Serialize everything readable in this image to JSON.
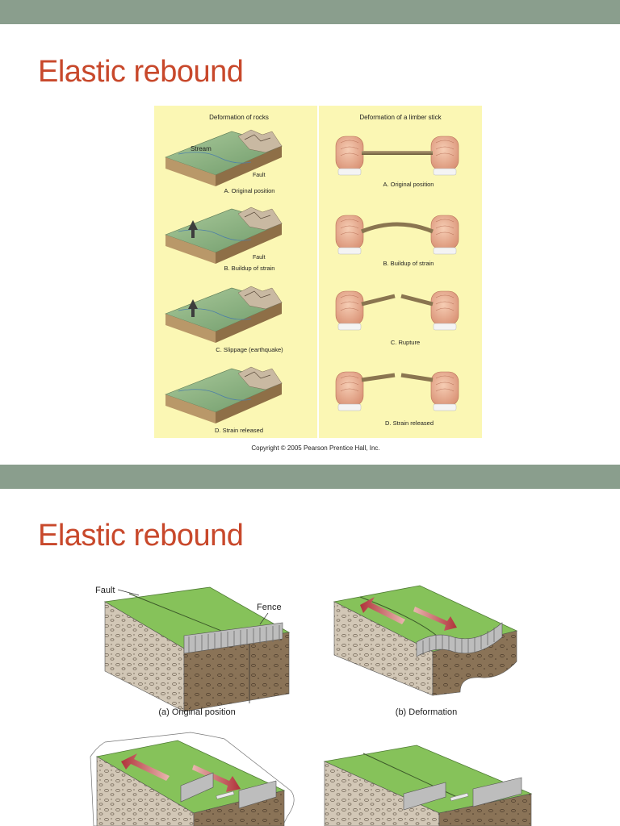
{
  "slide1": {
    "title": "Elastic rebound",
    "figure": {
      "left_heading": "Deformation of rocks",
      "right_heading": "Deformation of a limber stick",
      "label_stream": "Stream",
      "label_fault": "Fault",
      "left_captions": [
        "A. Original position",
        "B. Buildup of strain",
        "C. Slippage (earthquake)",
        "D. Strain released"
      ],
      "right_captions": [
        "A. Original position",
        "B. Buildup of strain",
        "C. Rupture",
        "D. Strain released"
      ],
      "copyright": "Copyright © 2005 Pearson Prentice Hall, Inc."
    }
  },
  "slide2": {
    "title": "Elastic rebound",
    "figure": {
      "label_fault": "Fault",
      "label_fence": "Fence",
      "caption_a": "(a) Original position",
      "caption_b": "(b) Deformation"
    }
  },
  "colors": {
    "band": "#8a9e8d",
    "title": "#c8482b",
    "figure_bg": "#fbf7b4",
    "grass": "#86c25a",
    "arrow": "#b0323a"
  }
}
